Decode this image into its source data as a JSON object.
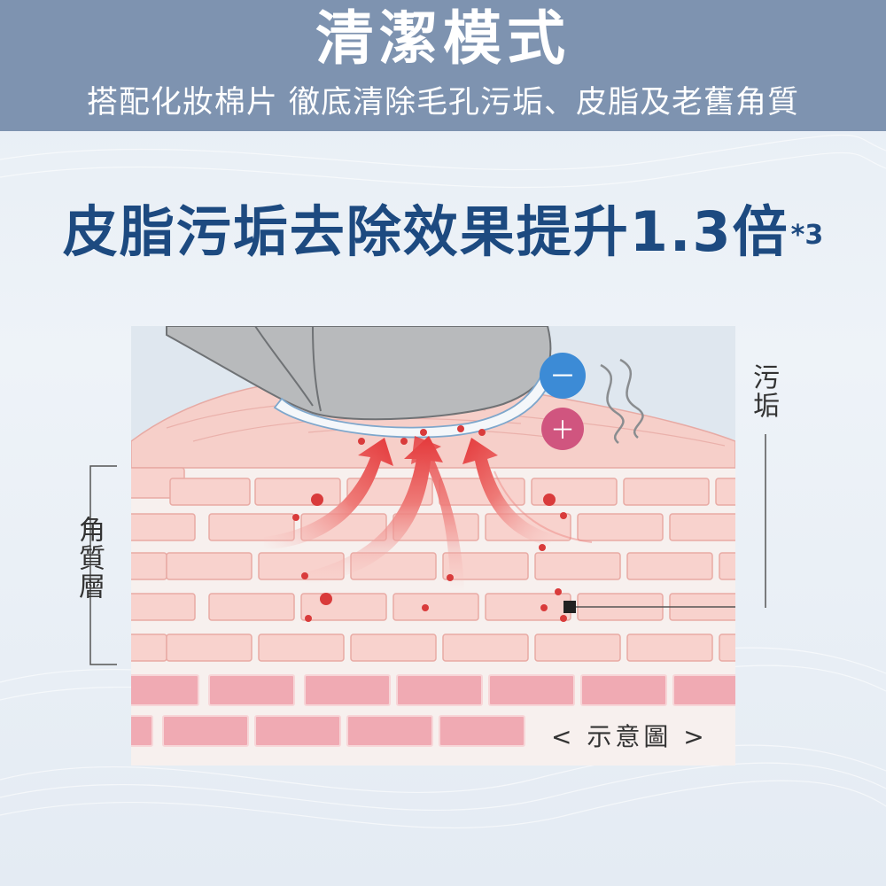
{
  "banner": {
    "title": "清潔模式",
    "subtitle": "搭配化妝棉片 徹底清除毛孔污垢、皮脂及老舊角質"
  },
  "headline": {
    "text": "皮脂污垢去除效果提升1.3倍",
    "footnote": "*3"
  },
  "diagram": {
    "left_label": "角質層",
    "right_label": "污垢",
    "caption": "< 示意圖 >",
    "minus_symbol": "－",
    "plus_symbol": "＋"
  },
  "colors": {
    "banner_bg": "#7e93b0",
    "headline": "#1d4a80",
    "skin_brick": "#f6c9c6",
    "arrow": "#e4393b",
    "minus_circle": "#3c8bd6",
    "plus_circle": "#d0557f"
  }
}
